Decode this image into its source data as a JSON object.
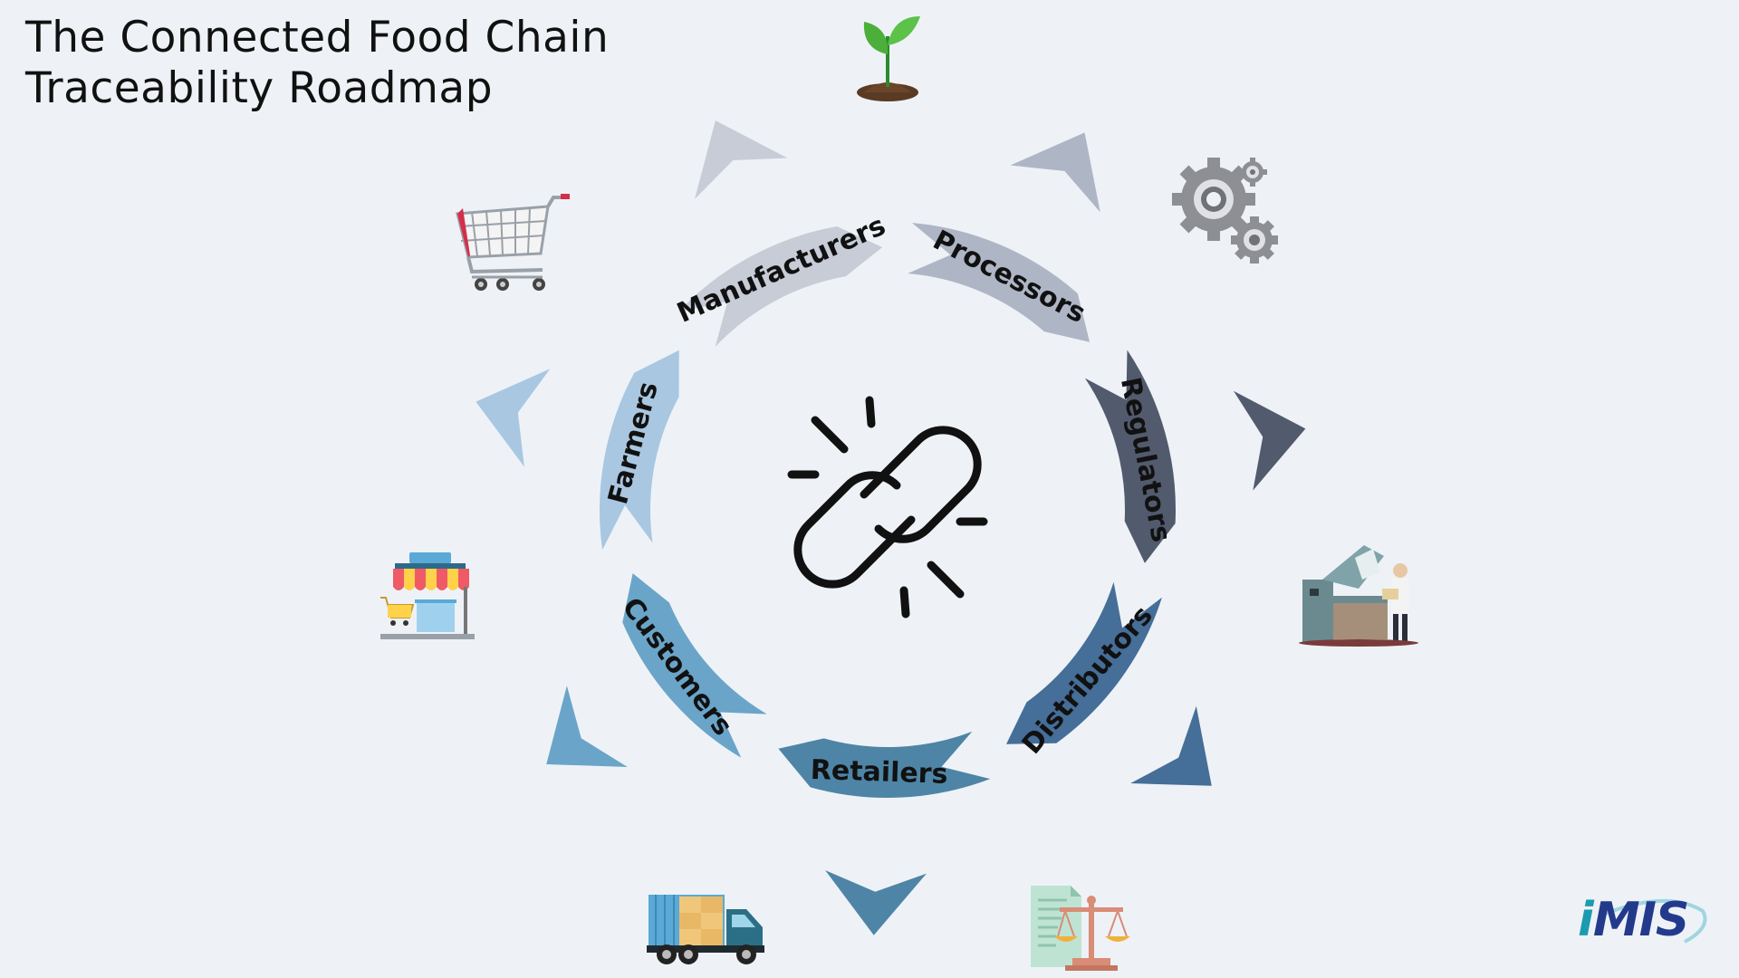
{
  "title": {
    "line1": "The Connected Food Chain",
    "line2": "Traceability Roadmap"
  },
  "cycle": {
    "segments": [
      {
        "label": "Farmers",
        "color": "#a9c7e1",
        "icon": "sprout-icon"
      },
      {
        "label": "Manufacturers",
        "color": "#c7ccd7",
        "icon": "gears-icon"
      },
      {
        "label": "Processors",
        "color": "#aeb6c6",
        "icon": "processing-machine-icon"
      },
      {
        "label": "Regulators",
        "color": "#525a6d",
        "icon": "scales-document-icon"
      },
      {
        "label": "Distributors",
        "color": "#456e98",
        "icon": "delivery-truck-icon"
      },
      {
        "label": "Retailers",
        "color": "#4e85a6",
        "icon": "storefront-icon"
      },
      {
        "label": "Customers",
        "color": "#6aa5c9",
        "icon": "shopping-cart-icon"
      }
    ],
    "center_icon": "broken-chain-link-icon"
  },
  "logo": {
    "text_i": "i",
    "text_rest": "MIS"
  }
}
